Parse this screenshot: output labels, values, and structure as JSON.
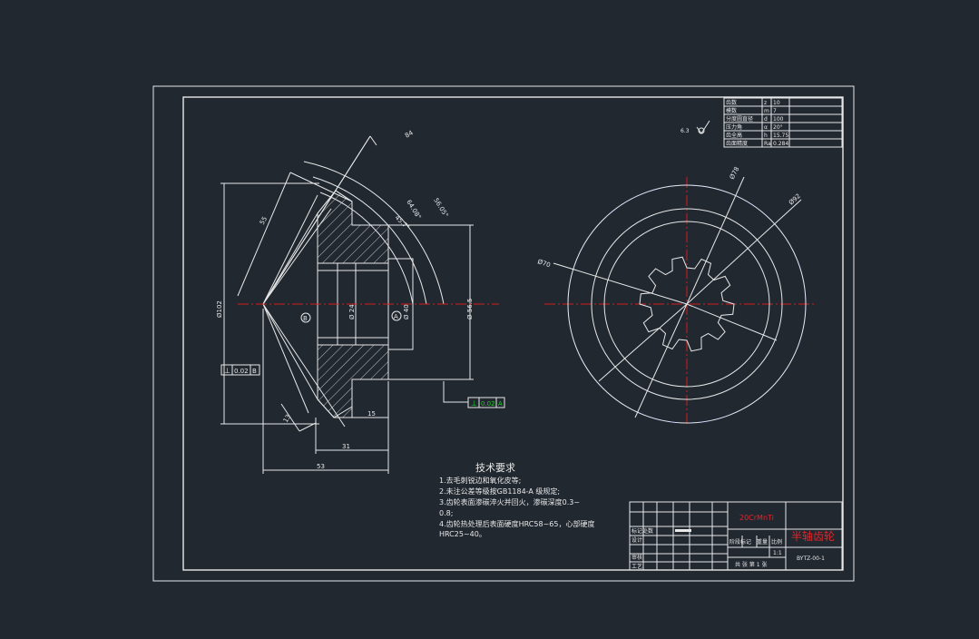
{
  "colors": {
    "background": "#212830",
    "line": "#e8e8e8",
    "centerline": "#d21e1e",
    "hidden_circle": "#2a3ccc",
    "title_red": "#e0262a",
    "tolerance_green": "#1fd21f"
  },
  "dimensions": {
    "d_84": "84",
    "d_55": "55",
    "d_64_08": "64.08°",
    "d_56_05": "56.05°",
    "d_45_7": "45.7°",
    "d_od": "Ø102",
    "d_bore1": "Ø 24",
    "d_bore2": "Ø 40",
    "d_hub": "Ø 56.5",
    "d_13": "13",
    "d_15": "15",
    "d_31": "31",
    "d_53": "53",
    "d_r78": "Ø78",
    "d_r92": "Ø92",
    "d_r70": "Ø70"
  },
  "tolerance_left": {
    "symbol": "⊥",
    "value": "0.02",
    "datum": "B"
  },
  "tolerance_right": {
    "symbol": "⊥",
    "value": "0.02",
    "datum": "A"
  },
  "datum_a": "A",
  "datum_b": "B",
  "surface_finish": "6.3",
  "param_table": [
    [
      "齿数",
      "z",
      "10"
    ],
    [
      "模数",
      "m",
      "7"
    ],
    [
      "分度圆直径",
      "d",
      "100"
    ],
    [
      "压力角",
      "α",
      "20°"
    ],
    [
      "齿全高",
      "h",
      "15.75"
    ],
    [
      "齿面精度",
      "Ra",
      "0.284"
    ]
  ],
  "tech_title": "技术要求",
  "tech_lines": [
    "1.去毛刺锐边和氧化皮等;",
    "2.未注公差等级按GB1184-A 级规定;",
    "3.齿轮表面渗碳淬火并回火，渗碳深度0.3~",
    "0.8;",
    "4.齿轮热处理后表面硬度HRC58~65，心部硬度",
    "HRC25~40。"
  ],
  "title_block": {
    "material": "20CrMnTi",
    "part_name": "半轴齿轮",
    "drawing_no": "BYTZ-00-1",
    "left_labels": [
      "标记处数",
      "设计",
      "审核",
      "工艺"
    ],
    "stage_labels": [
      "阶段标记",
      "重量",
      "比例"
    ],
    "scale": "1:1",
    "sheet": "共 张  第 1 张"
  }
}
